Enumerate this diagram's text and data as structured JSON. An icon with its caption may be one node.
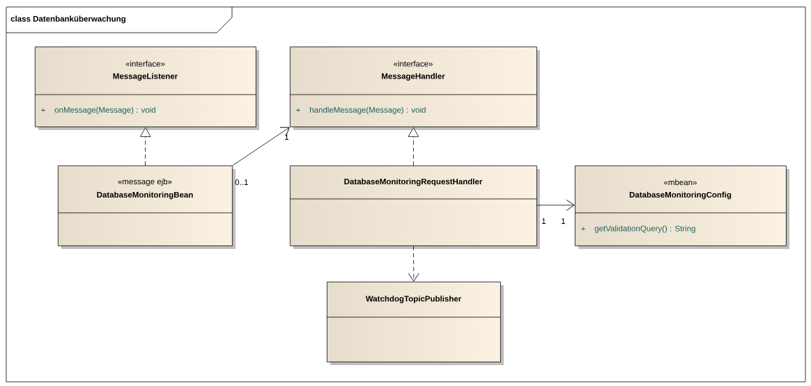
{
  "diagram": {
    "title": "class Datenbanküberwachung",
    "nodes": [
      {
        "text": [
          "«interface»",
          "MessageListener",
          "+",
          "onMessage(Message) : void"
        ]
      },
      {
        "text": [
          "«interface»",
          "MessageHandler",
          "+",
          "handleMessage(Message) : void"
        ]
      },
      {
        "text": [
          "«message ejb»",
          "DatabaseMonitoringBean"
        ]
      },
      {
        "text": [
          "DatabaseMonitoringRequestHandler"
        ]
      },
      {
        "text": [
          "«mbean»",
          "DatabaseMonitoringConfig",
          "+",
          "getValidationQuery() : String"
        ]
      },
      {
        "text": [
          "WatchdogTopicPublisher"
        ]
      }
    ],
    "edges": [
      {
        "from": 2,
        "to": 0,
        "arrow": "to",
        "style": "dashed"
      },
      {
        "from": 2,
        "to": 1,
        "arrow": "to"
      },
      {
        "from": 3,
        "to": 1,
        "arrow": "to",
        "style": "dashed"
      },
      {
        "from": 3,
        "to": 4,
        "arrow": "to"
      },
      {
        "from": 3,
        "to": 5,
        "arrow": "to",
        "style": "dashed"
      }
    ],
    "labels": [
      "0..1",
      "1",
      "1",
      "1"
    ]
  }
}
